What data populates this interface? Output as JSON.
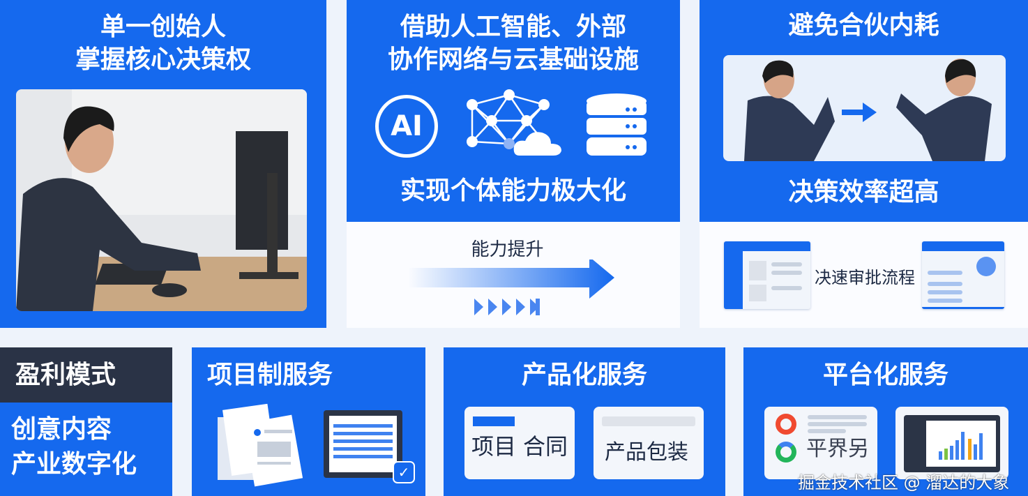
{
  "panel_founder": {
    "title_line1": "单一创始人",
    "title_line2": "掌握核心决策权"
  },
  "panel_ai": {
    "title_line1": "借助人工智能、外部",
    "title_line2": "协作网络与云基础设施",
    "ai_icon_label": "AI",
    "subtitle": "实现个体能力极大化",
    "arrow_label": "能力提升"
  },
  "panel_partner": {
    "title": "避免合伙内耗",
    "subtitle": "决策效率超高",
    "flow_label": "决速审批流程"
  },
  "profit": {
    "header": "盈利模式",
    "line1": "创意内容",
    "line2": "产业数字化"
  },
  "project": {
    "title": "项目制服务"
  },
  "product": {
    "title": "产品化服务",
    "card1_a": "项目",
    "card1_b": "合同",
    "card2": "产品包装"
  },
  "platform": {
    "title": "平台化服务",
    "card_text": "平界另"
  },
  "watermark": "掘金技术社区 @ 溜达的大象",
  "colors": {
    "brand_blue": "#1569ee",
    "dark_navy": "#2a3346",
    "background": "#eef3fb"
  }
}
